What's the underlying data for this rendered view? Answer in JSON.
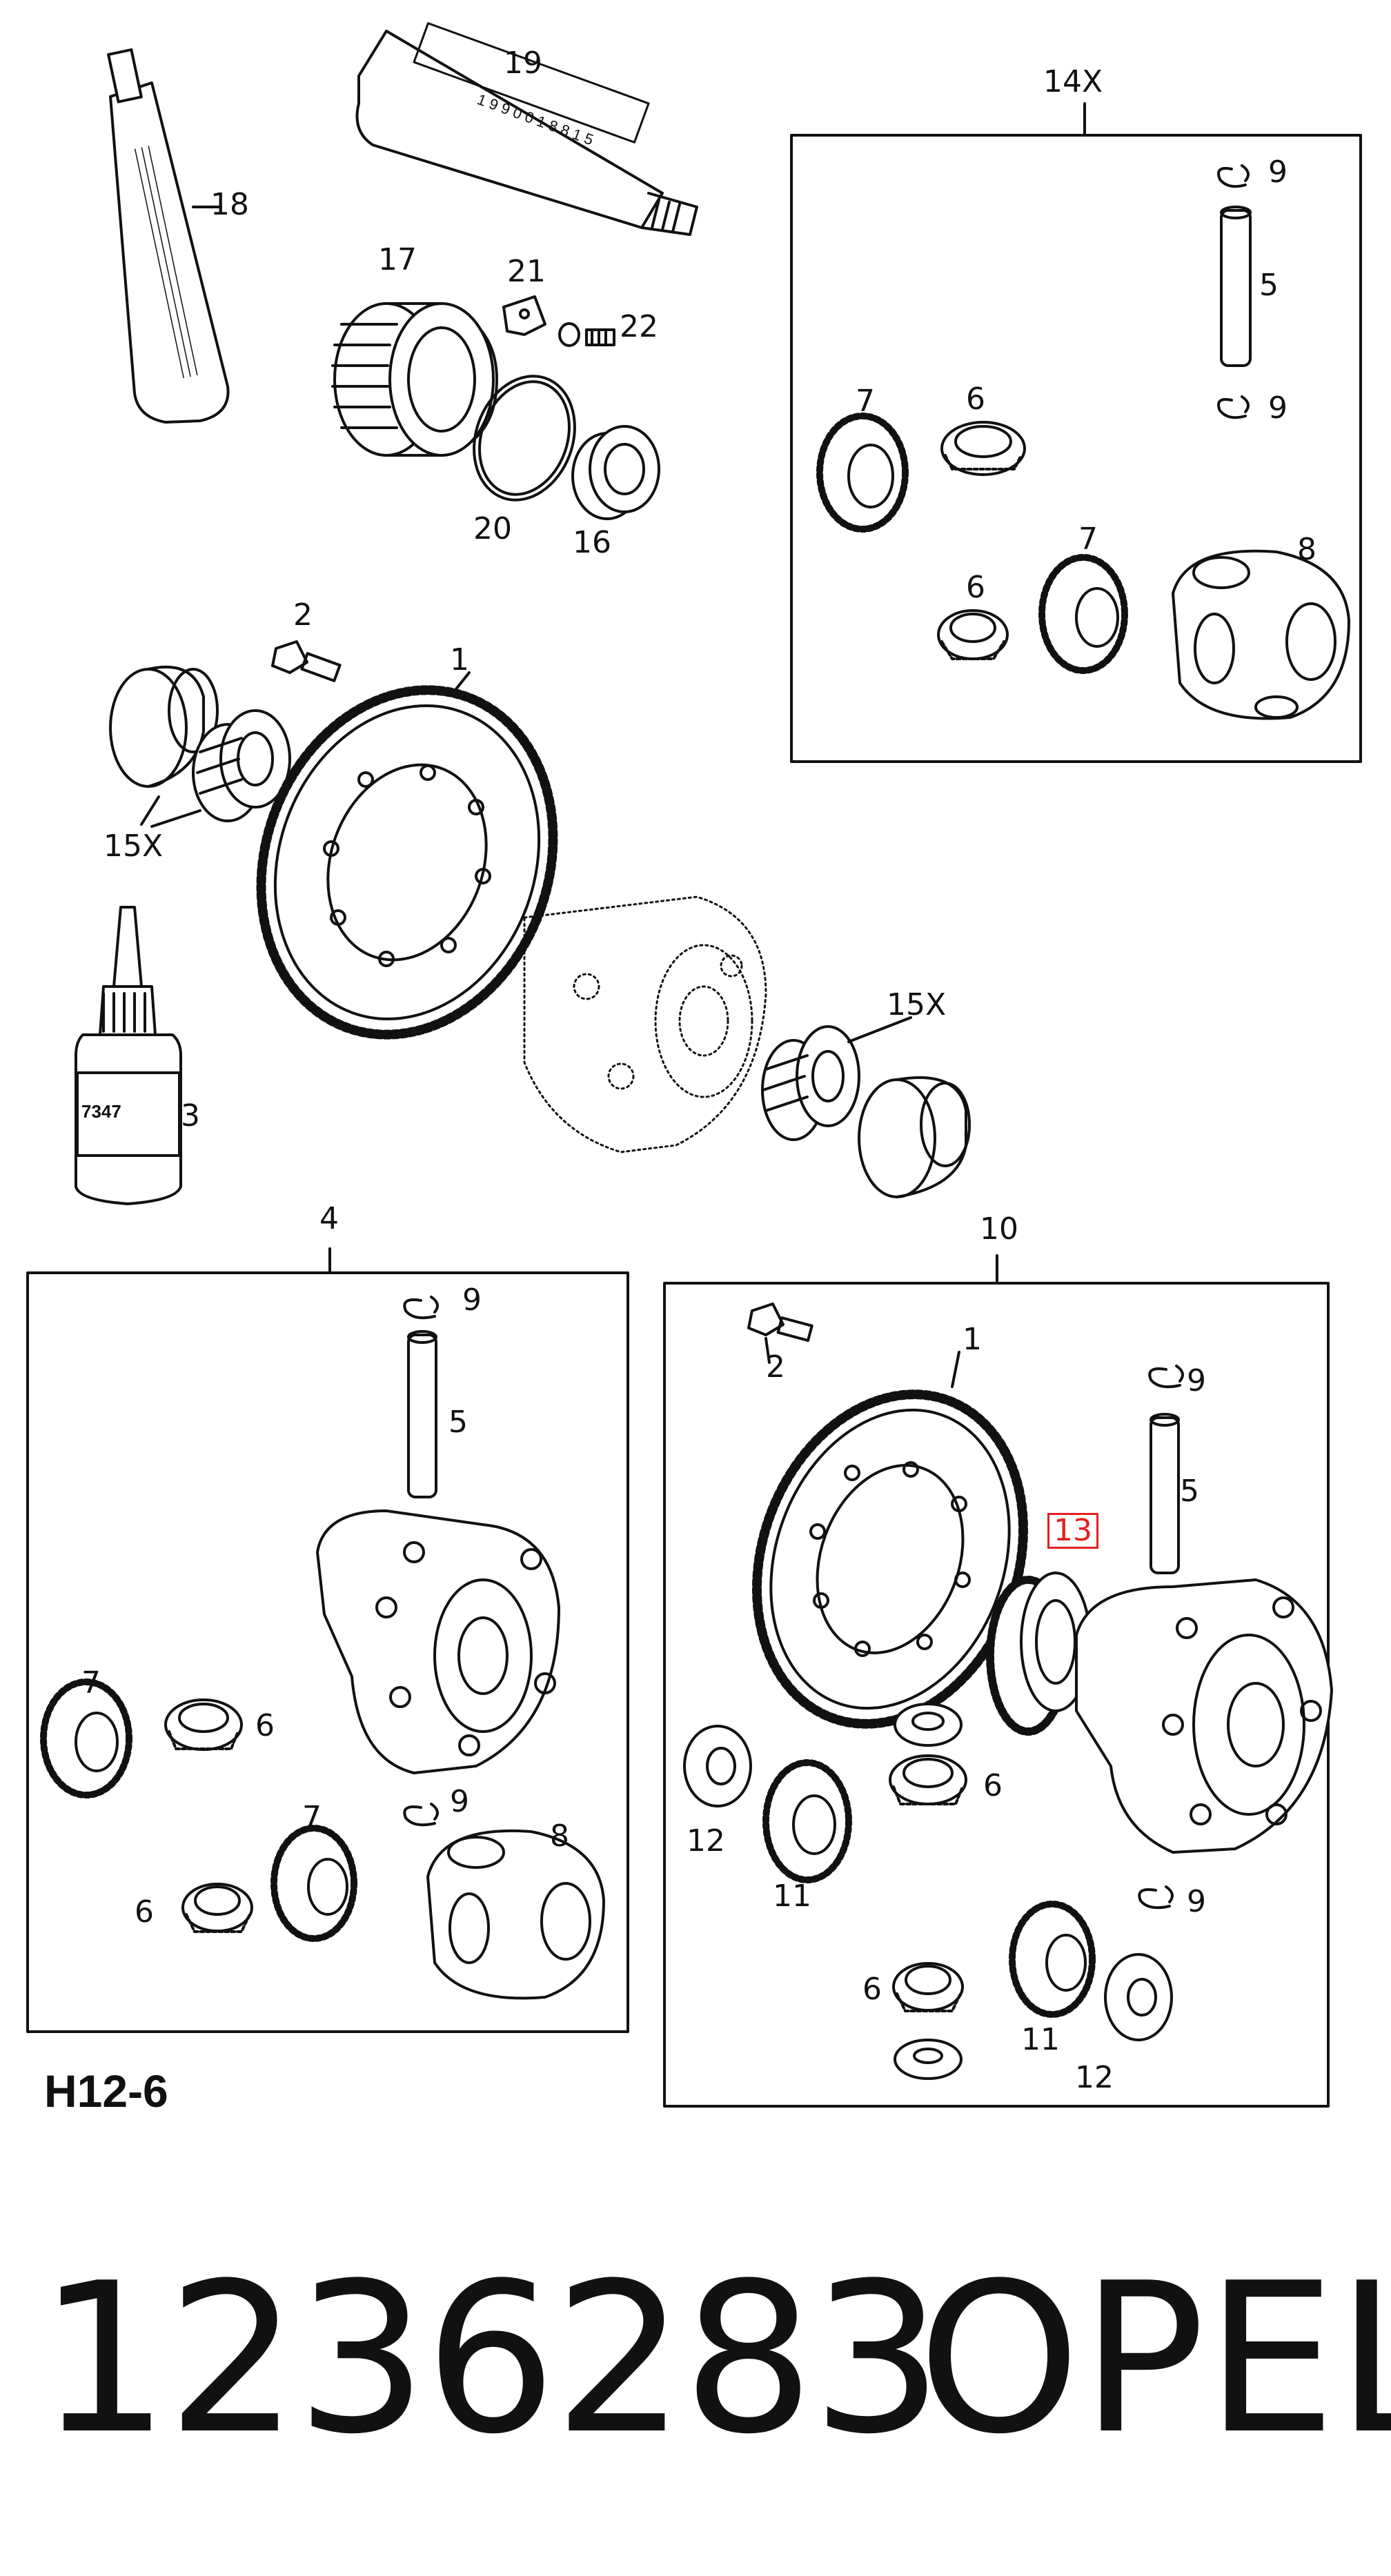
{
  "labels": {
    "l1a": "1",
    "l2a": "2",
    "l3": "3",
    "l4": "4",
    "l10": "10",
    "l14x": "14X",
    "l15x_a": "15X",
    "l15x_b": "15X",
    "l16": "16",
    "l17": "17",
    "l18": "18",
    "l19": "19",
    "l20": "20",
    "l21": "21",
    "l22": "22",
    "b1_9a": "9",
    "b1_5": "5",
    "b1_9b": "9",
    "b1_7a": "7",
    "b1_6a": "6",
    "b1_7b": "7",
    "b1_6b": "6",
    "b1_8": "8",
    "b2_9a": "9",
    "b2_5": "5",
    "b2_7a": "7",
    "b2_6a": "6",
    "b2_9b": "9",
    "b2_7b": "7",
    "b2_8": "8",
    "b2_6b": "6",
    "b3_1": "1",
    "b3_2": "2",
    "b3_9a": "9",
    "b3_5": "5",
    "b3_13": "13",
    "b3_6a": "6",
    "b3_12a": "12",
    "b3_11a": "11",
    "b3_9b": "9",
    "b3_6b": "6",
    "b3_11b": "11",
    "b3_12b": "12"
  },
  "tube19_text": "1 9 9 0 0 1 8 8 1 5",
  "bottle3_text": "7347",
  "sheet_code": "H12-6",
  "part_number": "1236283",
  "brand": "OPEL",
  "highlight_color": "#e32020"
}
